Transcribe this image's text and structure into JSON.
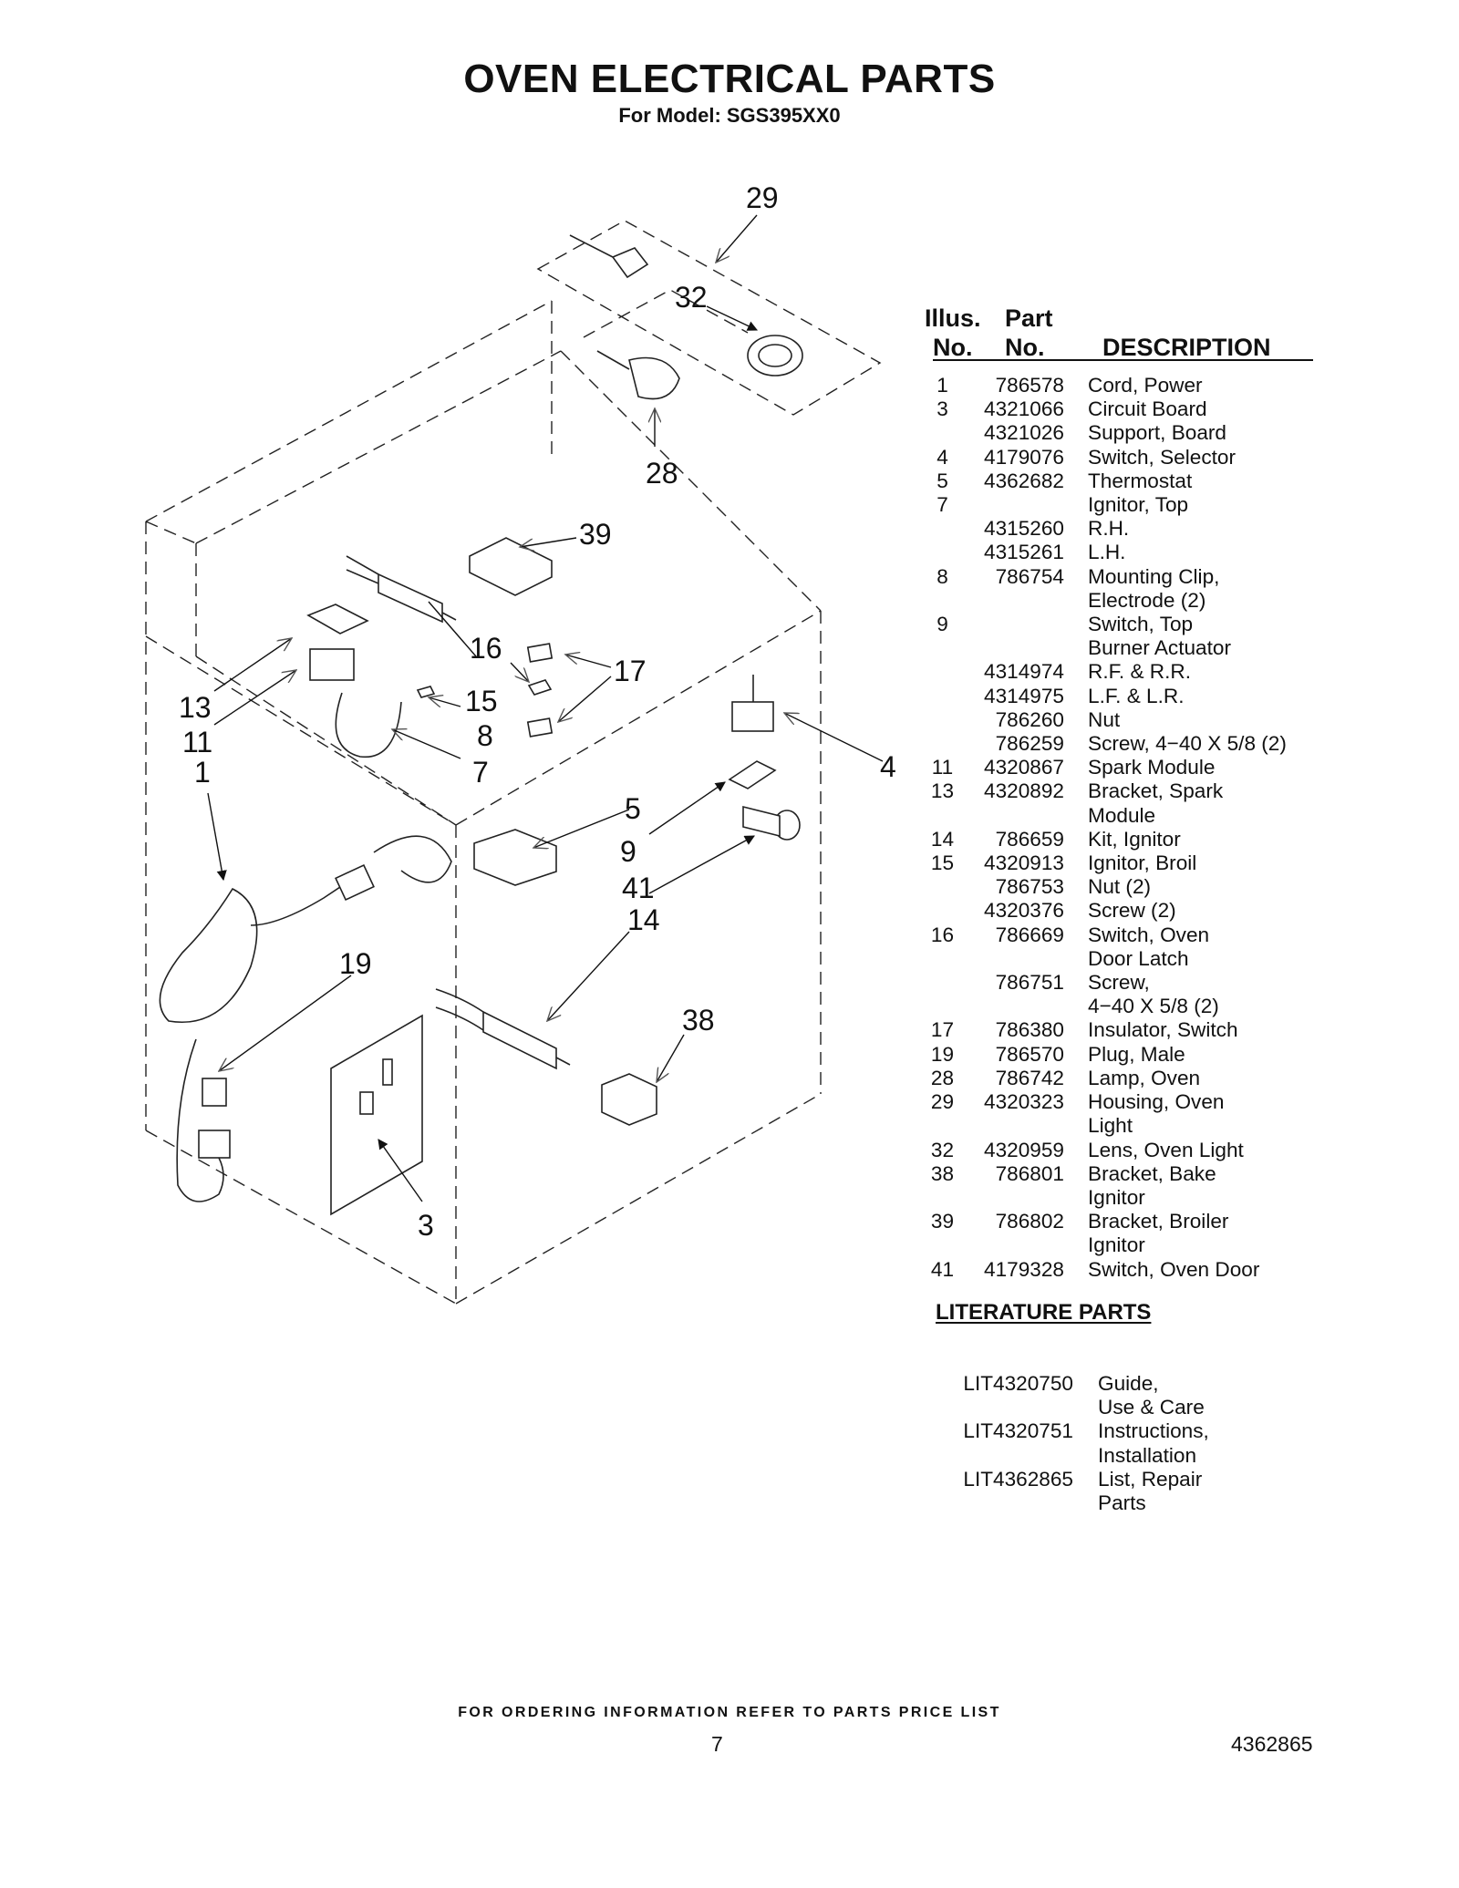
{
  "title": "OVEN ELECTRICAL PARTS",
  "subtitle": "For Model: SGS395XX0",
  "table_header": {
    "illus_line1": "Illus.",
    "illus_line2": "No.",
    "part_line1": "Part",
    "part_line2": "No.",
    "description": "DESCRIPTION"
  },
  "parts": [
    [
      "1",
      "786578",
      "Cord, Power"
    ],
    [
      "3",
      "4321066",
      "Circuit Board"
    ],
    [
      "",
      "4321026",
      "Support, Board"
    ],
    [
      "4",
      "4179076",
      "Switch, Selector"
    ],
    [
      "5",
      "4362682",
      "Thermostat"
    ],
    [
      "7",
      "",
      "Ignitor, Top"
    ],
    [
      "",
      "4315260",
      "R.H."
    ],
    [
      "",
      "4315261",
      "L.H."
    ],
    [
      "8",
      "786754",
      "Mounting Clip,"
    ],
    [
      "",
      "",
      "Electrode (2)"
    ],
    [
      "9",
      "",
      "Switch, Top"
    ],
    [
      "",
      "",
      "Burner Actuator"
    ],
    [
      "",
      "4314974",
      "R.F. & R.R."
    ],
    [
      "",
      "4314975",
      "L.F. & L.R."
    ],
    [
      "",
      "786260",
      "Nut"
    ],
    [
      "",
      "786259",
      "Screw, 4−40 X 5/8 (2)"
    ],
    [
      "11",
      "4320867",
      "Spark Module"
    ],
    [
      "13",
      "4320892",
      "Bracket, Spark"
    ],
    [
      "",
      "",
      "Module"
    ],
    [
      "14",
      "786659",
      "Kit, Ignitor"
    ],
    [
      "15",
      "4320913",
      "Ignitor, Broil"
    ],
    [
      "",
      "786753",
      "Nut (2)"
    ],
    [
      "",
      "4320376",
      "Screw (2)"
    ],
    [
      "16",
      "786669",
      "Switch, Oven"
    ],
    [
      "",
      "",
      "Door Latch"
    ],
    [
      "",
      "786751",
      "Screw,"
    ],
    [
      "",
      "",
      "4−40 X 5/8 (2)"
    ],
    [
      "17",
      "786380",
      "Insulator, Switch"
    ],
    [
      "19",
      "786570",
      "Plug, Male"
    ],
    [
      "28",
      "786742",
      "Lamp, Oven"
    ],
    [
      "29",
      "4320323",
      "Housing, Oven"
    ],
    [
      "",
      "",
      "Light"
    ],
    [
      "32",
      "4320959",
      "Lens, Oven Light"
    ],
    [
      "38",
      "786801",
      "Bracket, Bake"
    ],
    [
      "",
      "",
      "Ignitor"
    ],
    [
      "39",
      "786802",
      "Bracket, Broiler"
    ],
    [
      "",
      "",
      "Ignitor"
    ],
    [
      "41",
      "4179328",
      "Switch, Oven Door"
    ]
  ],
  "literature_heading": "LITERATURE PARTS",
  "literature": [
    [
      "LIT4320750",
      "Guide,"
    ],
    [
      "",
      "Use & Care"
    ],
    [
      "LIT4320751",
      "Instructions,"
    ],
    [
      "",
      "Installation"
    ],
    [
      "LIT4362865",
      "List, Repair"
    ],
    [
      "",
      "Parts"
    ]
  ],
  "callouts": {
    "n29": "29",
    "n32": "32",
    "n28": "28",
    "n39": "39",
    "n16": "16",
    "n17": "17",
    "n13": "13",
    "n11": "11",
    "n1": "1",
    "n15": "15",
    "n8": "8",
    "n7": "7",
    "n4": "4",
    "n5": "5",
    "n9": "9",
    "n41": "41",
    "n14": "14",
    "n19": "19",
    "n38": "38",
    "n3": "3"
  },
  "footer": {
    "note": "FOR ORDERING INFORMATION REFER TO PARTS PRICE LIST",
    "page": "7",
    "doc_number": "4362865"
  }
}
